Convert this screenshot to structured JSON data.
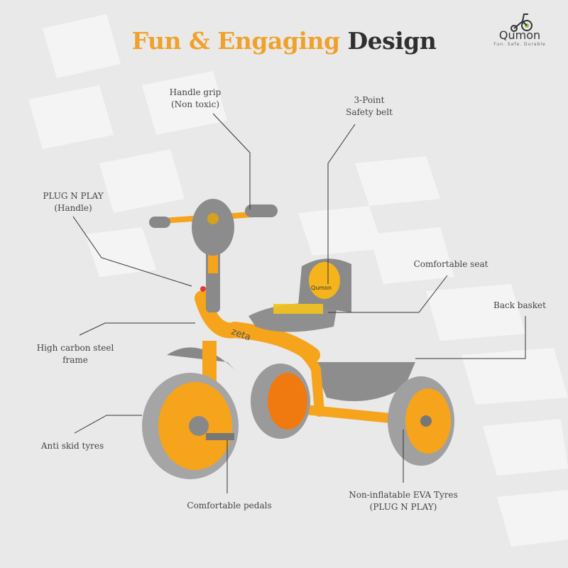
{
  "title": {
    "part1": "Fun & Engaging",
    "part2": "Design"
  },
  "logo": {
    "name": "Qumon",
    "tagline": "Fun. Safe. Durable"
  },
  "callouts": {
    "handle_grip": {
      "line1": "Handle grip",
      "line2": "(Non toxic)"
    },
    "safety_belt": {
      "line1": "3-Point",
      "line2": "Safety belt"
    },
    "plug_n_play": {
      "line1": "PLUG N PLAY",
      "line2": "(Handle)"
    },
    "seat": {
      "line1": "Comfortable seat"
    },
    "basket": {
      "line1": "Back basket"
    },
    "frame": {
      "line1": "High carbon steel",
      "line2": "frame"
    },
    "tyres": {
      "line1": "Anti skid tyres"
    },
    "pedals": {
      "line1": "Comfortable pedals"
    },
    "eva_tyres": {
      "line1": "Non-inflatable EVA Tyres",
      "line2": "(PLUG N PLAY)"
    }
  },
  "product": {
    "frame_text": "zeta",
    "seat_brand": "Qumon"
  },
  "colors": {
    "accent": "#f0a12c",
    "frame": "#f5a41c",
    "grey": "#8a8a8a",
    "background": "#e9e9e9"
  }
}
